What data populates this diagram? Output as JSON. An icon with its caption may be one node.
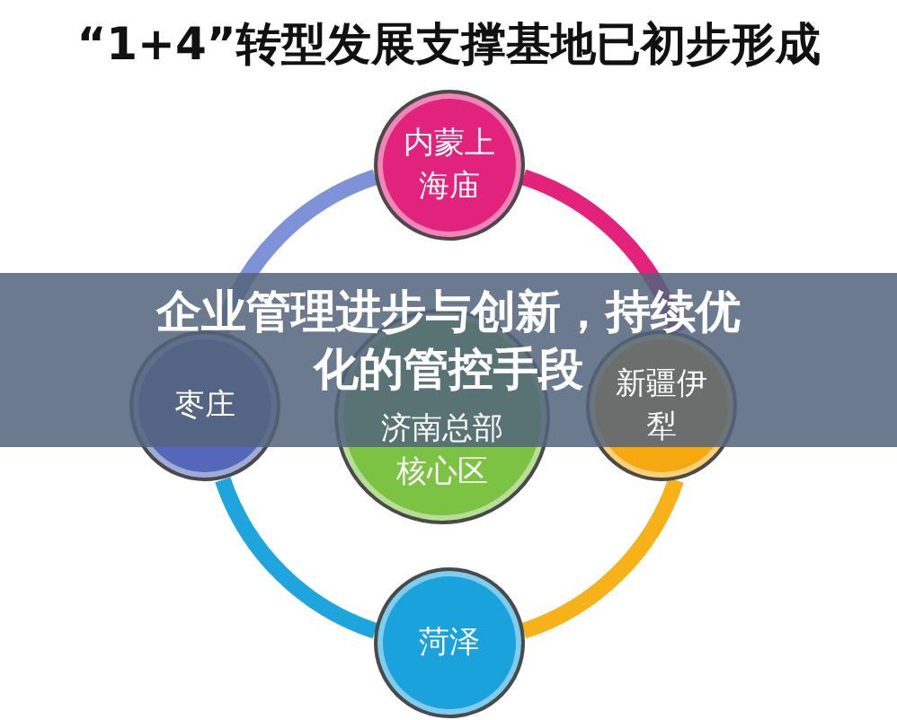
{
  "diagram": {
    "title": "“1+4”转型发展支撑基地已初步形成",
    "nodes": [
      {
        "text": [
          "内蒙上海庙"
        ]
      },
      {
        "text": [
          "枣庄"
        ]
      },
      {
        "text": [
          "济南总部核心区"
        ]
      },
      {
        "text": [
          "新疆伊犁"
        ]
      },
      {
        "text": [
          "菏泽"
        ]
      }
    ],
    "edges": [
      {
        "from": 0,
        "to": 3,
        "arrow": "none",
        "color": "#e4227c"
      },
      {
        "from": 3,
        "to": 4,
        "arrow": "none",
        "color": "#f7b21a"
      },
      {
        "from": 4,
        "to": 1,
        "arrow": "none",
        "color": "#1ea5dd"
      },
      {
        "from": 1,
        "to": 0,
        "arrow": "none",
        "color": "#7d92d8"
      }
    ],
    "labels": [
      "企业管理进步与创新，持续优化的管控手段"
    ]
  }
}
